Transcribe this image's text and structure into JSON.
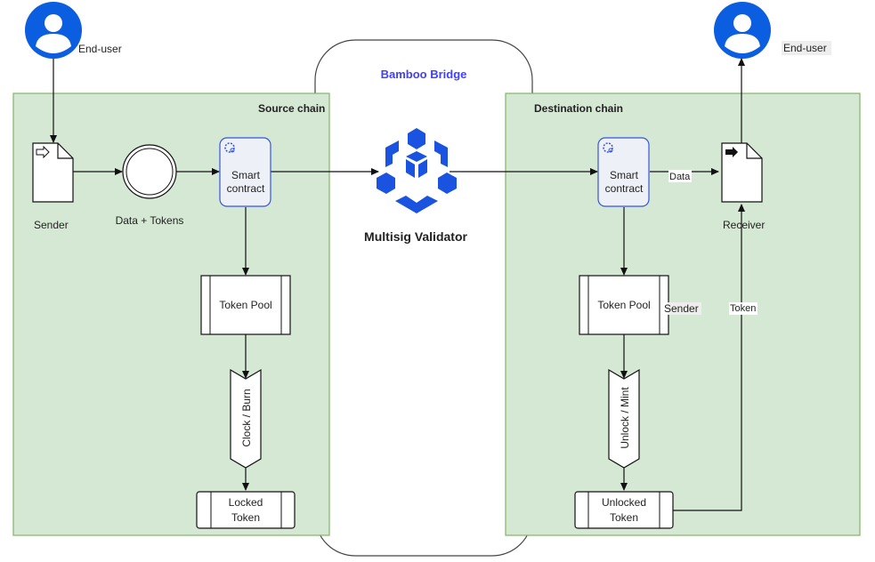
{
  "diagram": {
    "bridge": {
      "title": "Bamboo Bridge",
      "validator_label": "Multisig Validator",
      "title_color": "#4040ff",
      "logo_color": "#1a53e0"
    },
    "source_chain": {
      "title": "Source chain",
      "end_user_label": "End-user",
      "sender_label": "Sender",
      "event_label": "Data + Tokens",
      "smart_contract_label_line1": "Smart",
      "smart_contract_label_line2": "contract",
      "token_pool_label": "Token Pool",
      "action_label": "Clock / Burn",
      "result_label_line1": "Locked",
      "result_label_line2": "Token"
    },
    "destination_chain": {
      "title": "Destination chain",
      "end_user_label": "End-user",
      "receiver_label": "Receiver",
      "smart_contract_label_line1": "Smart",
      "smart_contract_label_line2": "contract",
      "token_pool_label": "Token Pool",
      "token_pool_side_label": "Sender",
      "action_label": "Unlock / Mint",
      "result_label_line1": "Unlocked",
      "result_label_line2": "Token",
      "edge_data_label": "Data",
      "edge_token_label": "Token"
    },
    "colors": {
      "chain_fill": "#d5e8d4",
      "chain_border": "#82b366",
      "user_icon": "#0b5ee0",
      "contract_border": "#3355dd",
      "contract_fill": "#eef0f8"
    }
  }
}
